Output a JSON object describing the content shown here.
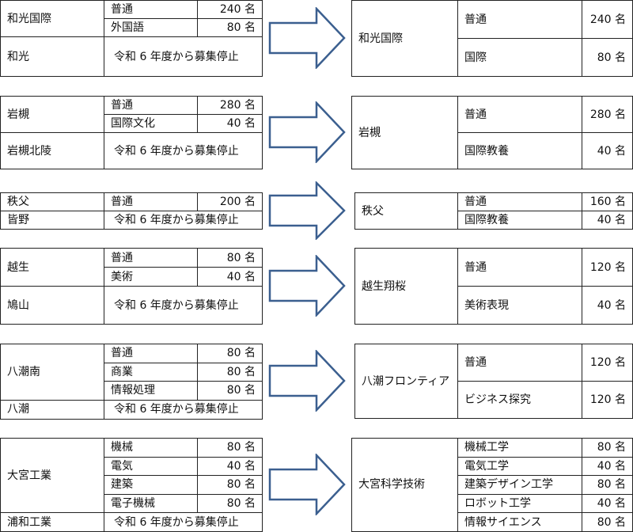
{
  "unit": "名",
  "stop_text": "令和 6 年度から募集停止",
  "arrow_color": "#3b5f8f",
  "blocks": [
    {
      "before": {
        "school": "和光国際",
        "depts": [
          {
            "name": "普通",
            "count": "240 名"
          },
          {
            "name": "外国語",
            "count": "80 名"
          }
        ],
        "stopped_school": "和光",
        "stopped_text": "令和 6 年度から募集停止"
      },
      "after": {
        "school": "和光国際",
        "depts": [
          {
            "name": "普通",
            "count": "240 名"
          },
          {
            "name": "国際",
            "count": "80 名"
          }
        ]
      }
    },
    {
      "before": {
        "school": "岩槻",
        "depts": [
          {
            "name": "普通",
            "count": "280 名"
          },
          {
            "name": "国際文化",
            "count": "40 名"
          }
        ],
        "stopped_school": "岩槻北陵",
        "stopped_text": "令和 6 年度から募集停止"
      },
      "after": {
        "school": "岩槻",
        "depts": [
          {
            "name": "普通",
            "count": "280 名"
          },
          {
            "name": "国際教養",
            "count": "40 名"
          }
        ]
      }
    },
    {
      "before": {
        "school": "秩父",
        "depts": [
          {
            "name": "普通",
            "count": "200 名"
          }
        ],
        "stopped_school": "皆野",
        "stopped_text": "令和 6 年度から募集停止"
      },
      "after": {
        "school": "秩父",
        "depts": [
          {
            "name": "普通",
            "count": "160 名"
          },
          {
            "name": "国際教養",
            "count": "40 名"
          }
        ]
      }
    },
    {
      "before": {
        "school": "越生",
        "depts": [
          {
            "name": "普通",
            "count": "80 名"
          },
          {
            "name": "美術",
            "count": "40 名"
          }
        ],
        "stopped_school": "鳩山",
        "stopped_text": "令和 6 年度から募集停止"
      },
      "after": {
        "school": "越生翔桜",
        "depts": [
          {
            "name": "普通",
            "count": "120 名"
          },
          {
            "name": "美術表現",
            "count": "40 名"
          }
        ]
      }
    },
    {
      "before": {
        "school": "八潮南",
        "depts": [
          {
            "name": "普通",
            "count": "80 名"
          },
          {
            "name": "商業",
            "count": "80 名"
          },
          {
            "name": "情報処理",
            "count": "80 名"
          }
        ],
        "stopped_school": "八潮",
        "stopped_text": "令和 6 年度から募集停止"
      },
      "after": {
        "school": "八潮フロンティア",
        "depts": [
          {
            "name": "普通",
            "count": "120 名"
          },
          {
            "name": "ビジネス探究",
            "count": "120 名"
          }
        ]
      }
    },
    {
      "before": {
        "school": "大宮工業",
        "depts": [
          {
            "name": "機械",
            "count": "80 名"
          },
          {
            "name": "電気",
            "count": "40 名"
          },
          {
            "name": "建築",
            "count": "80 名"
          },
          {
            "name": "電子機械",
            "count": "80 名"
          }
        ],
        "stopped_school": "浦和工業",
        "stopped_text": "令和 6 年度から募集停止"
      },
      "after": {
        "school": "大宮科学技術",
        "depts": [
          {
            "name": "機械工学",
            "count": "80 名"
          },
          {
            "name": "電気工学",
            "count": "40 名"
          },
          {
            "name": "建築デザイン工学",
            "count": "80 名"
          },
          {
            "name": "ロボット工学",
            "count": "40 名"
          },
          {
            "name": "情報サイエンス",
            "count": "80 名"
          }
        ]
      }
    }
  ]
}
